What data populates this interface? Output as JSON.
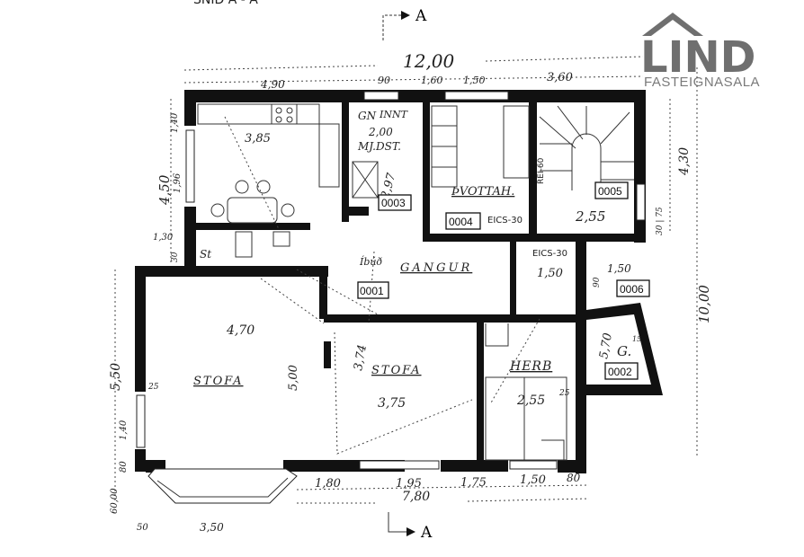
{
  "header": {
    "partial_title": "SNID A - A"
  },
  "logo": {
    "name": "LIND",
    "subtitle": "FASTEIGNASALA",
    "color": "#6f6f6f"
  },
  "section_markers": {
    "top": "A",
    "bottom": "A"
  },
  "dimensions": {
    "total_width": "12,00",
    "top_1": "4,90",
    "top_2": "90",
    "top_3": "1,60",
    "top_4": "1,50",
    "top_5": "3,60",
    "kitchen_width": "3,85",
    "wc_width": "2,00",
    "wc_diag": "2,97",
    "stair_width": "2,55",
    "right_upper": "4,30",
    "right_total": "10,00",
    "right_small": "30 | 75",
    "hall_small": "1,50",
    "closet_small": "1,50",
    "closet_side": "90",
    "living_width": "4,70",
    "living_len": "5,00",
    "living_wall": "25",
    "stofa2_diag": "3,74",
    "stofa2_width": "3,75",
    "herb_width": "2,55",
    "herb_wall": "25",
    "garage_len": "5,70",
    "garage_side": "15",
    "bottom_1": "1,80",
    "bottom_2": "1,95",
    "bottom_3": "1,75",
    "bottom_4": "1,50",
    "bottom_5": "80",
    "bottom_total": "7,80",
    "bay_width": "3,50",
    "bay_side": "50",
    "left_upper": "4,50",
    "left_a": "1,40",
    "left_b": "1,96",
    "left_c": "1,30",
    "left_d": "30",
    "left_total": "5,50",
    "left_e": "1,40",
    "left_f": "80",
    "left_g": "60,00"
  },
  "rooms": {
    "wc": {
      "label_1": "GN",
      "label_2": "INNT",
      "label_3": "MJ.DST.",
      "code": "0003"
    },
    "laundry": {
      "label": "ÞVOTTAH.",
      "code": "0004",
      "rating": "EICS-30"
    },
    "stairs": {
      "rating": "REI-60",
      "code": "0005"
    },
    "hall": {
      "unit": "Íbúð",
      "label": "GANGUR",
      "code": "0001"
    },
    "closet": {
      "rating": "EICS-30",
      "code": "0006"
    },
    "living": {
      "label": "STOFA"
    },
    "storage": {
      "label": "St"
    },
    "stofa2": {
      "label": "STOFA"
    },
    "bedroom": {
      "label": "HERB"
    },
    "garage": {
      "label": "G.",
      "code": "0002"
    }
  }
}
